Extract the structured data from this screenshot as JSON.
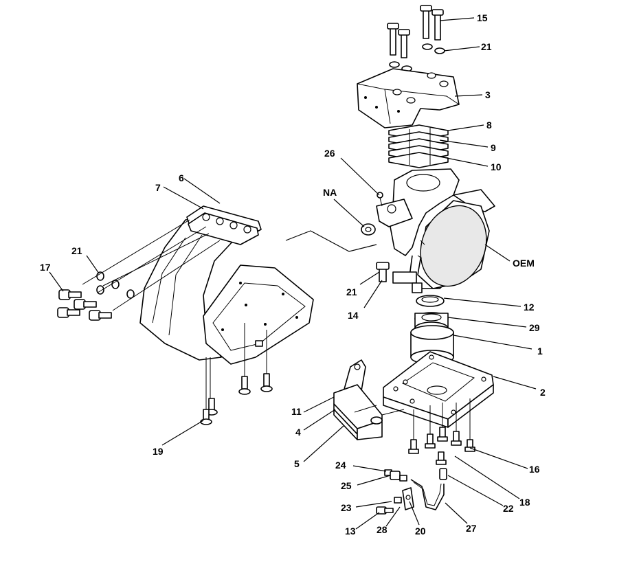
{
  "callouts": [
    {
      "id": "c1",
      "text": "1"
    },
    {
      "id": "c2",
      "text": "2"
    },
    {
      "id": "c3",
      "text": "3"
    },
    {
      "id": "c4",
      "text": "4"
    },
    {
      "id": "c5",
      "text": "5"
    },
    {
      "id": "c6",
      "text": "6"
    },
    {
      "id": "c7",
      "text": "7"
    },
    {
      "id": "c8",
      "text": "8"
    },
    {
      "id": "c9",
      "text": "9"
    },
    {
      "id": "c10",
      "text": "10"
    },
    {
      "id": "c11",
      "text": "11"
    },
    {
      "id": "c12",
      "text": "12"
    },
    {
      "id": "c13",
      "text": "13"
    },
    {
      "id": "c14",
      "text": "14"
    },
    {
      "id": "c15",
      "text": "15"
    },
    {
      "id": "c16",
      "text": "16"
    },
    {
      "id": "c17",
      "text": "17"
    },
    {
      "id": "c18",
      "text": "18"
    },
    {
      "id": "c19",
      "text": "19"
    },
    {
      "id": "c20",
      "text": "20"
    },
    {
      "id": "c21a",
      "text": "21"
    },
    {
      "id": "c21b",
      "text": "21"
    },
    {
      "id": "c21c",
      "text": "21"
    },
    {
      "id": "c22",
      "text": "22"
    },
    {
      "id": "c23",
      "text": "23"
    },
    {
      "id": "c24",
      "text": "24"
    },
    {
      "id": "c25",
      "text": "25"
    },
    {
      "id": "c26",
      "text": "26"
    },
    {
      "id": "c27",
      "text": "27"
    },
    {
      "id": "c28",
      "text": "28"
    },
    {
      "id": "c29",
      "text": "29"
    },
    {
      "id": "cNA",
      "text": "NA"
    },
    {
      "id": "cOEM",
      "text": "OEM"
    }
  ]
}
